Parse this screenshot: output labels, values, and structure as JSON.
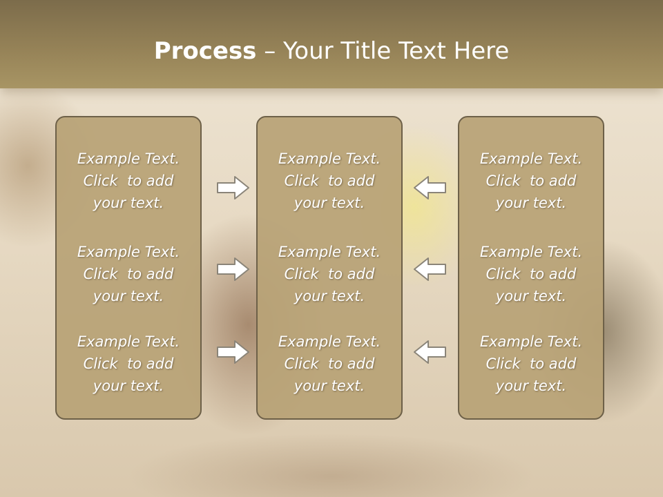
{
  "title": {
    "bold": "Process",
    "rest": " – Your Title Text Here"
  },
  "panels": [
    {
      "items": [
        {
          "line1": "Example Text.",
          "line2": "Click  to add",
          "line3": "your text."
        },
        {
          "line1": "Example Text.",
          "line2": "Click  to add",
          "line3": "your text."
        },
        {
          "line1": "Example Text.",
          "line2": "Click  to add",
          "line3": "your text."
        }
      ]
    },
    {
      "items": [
        {
          "line1": "Example Text.",
          "line2": "Click  to add",
          "line3": "your text."
        },
        {
          "line1": "Example Text.",
          "line2": "Click  to add",
          "line3": "your text."
        },
        {
          "line1": "Example Text.",
          "line2": "Click  to add",
          "line3": "your text."
        }
      ]
    },
    {
      "items": [
        {
          "line1": "Example Text.",
          "line2": "Click  to add",
          "line3": "your text."
        },
        {
          "line1": "Example Text.",
          "line2": "Click  to add",
          "line3": "your text."
        },
        {
          "line1": "Example Text.",
          "line2": "Click  to add",
          "line3": "your text."
        }
      ]
    }
  ],
  "arrows": {
    "left_group": "arrow-right-icon",
    "right_group": "arrow-left-icon",
    "fill": "#ffffff",
    "stroke": "#8a8478"
  },
  "colors": {
    "header": "#958257",
    "panel": "#b8a376",
    "panel_border": "#6d6048",
    "text": "#ffffff"
  }
}
